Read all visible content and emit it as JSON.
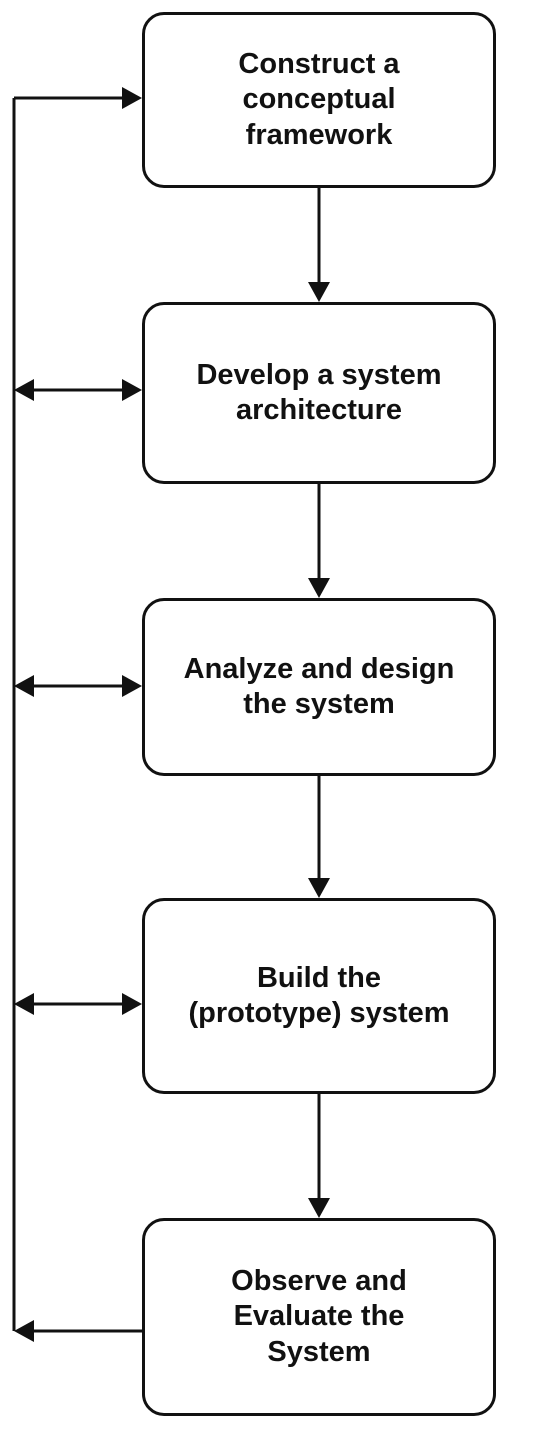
{
  "diagram": {
    "steps": [
      {
        "label": "Construct a\nconceptual\nframework"
      },
      {
        "label": "Develop a system\narchitecture"
      },
      {
        "label": "Analyze and design\nthe system"
      },
      {
        "label": "Build the\n(prototype) system"
      },
      {
        "label": "Observe and\nEvaluate the\nSystem"
      }
    ],
    "colors": {
      "stroke": "#111111",
      "text": "#111111",
      "background": "#ffffff"
    }
  }
}
